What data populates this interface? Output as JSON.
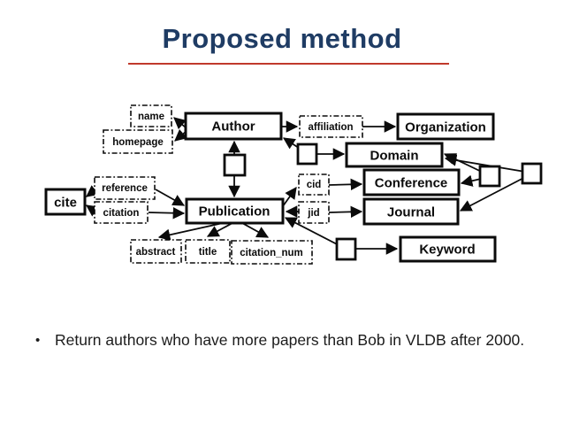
{
  "slide": {
    "title": "Proposed method",
    "bullet_glyph": "•",
    "bullet_text": "Return authors who have more papers than Bob in VLDB after 2000."
  },
  "colors": {
    "title_text": "#1f3c64",
    "title_underline": "#c0392b",
    "diagram_ink": "#000000",
    "background": "#ffffff"
  },
  "diagram": {
    "entities": {
      "author": "Author",
      "organization": "Organization",
      "domain": "Domain",
      "conference": "Conference",
      "journal": "Journal",
      "publication": "Publication",
      "keyword": "Keyword",
      "cite": "cite"
    },
    "attributes": {
      "name": "name",
      "homepage": "homepage",
      "affiliation": "affiliation",
      "cid": "cid",
      "jid": "jid",
      "reference": "reference",
      "citation": "citation",
      "abstract": "abstract",
      "title": "title",
      "citation_num": "citation_num"
    }
  }
}
